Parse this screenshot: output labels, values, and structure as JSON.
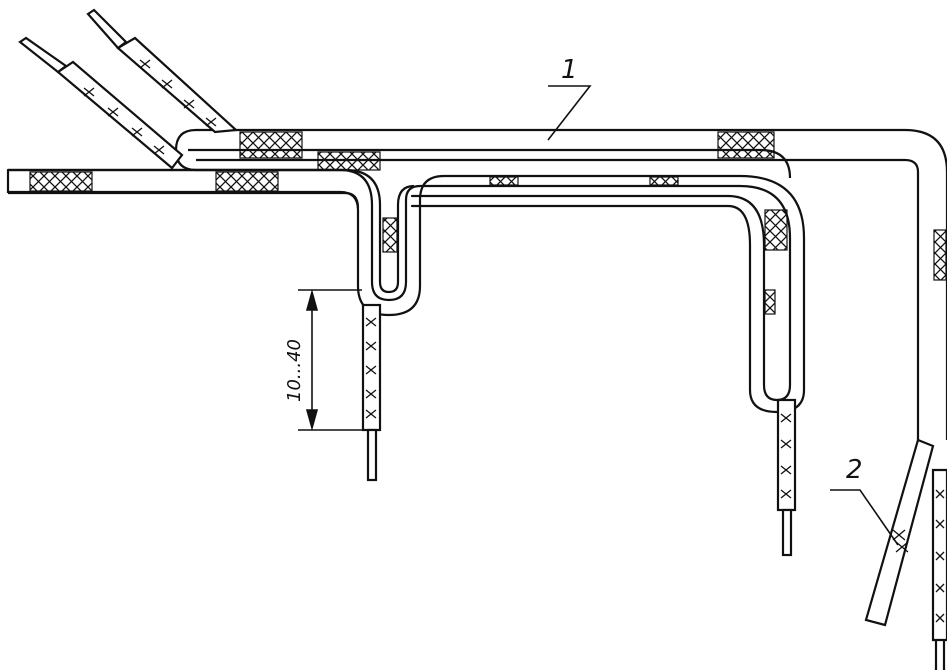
{
  "callouts": {
    "harness_label": "1",
    "clamp_label": "2"
  },
  "dimension": {
    "range_label": "10...40"
  },
  "colors": {
    "ink": "#111111",
    "paper": "#ffffff"
  }
}
